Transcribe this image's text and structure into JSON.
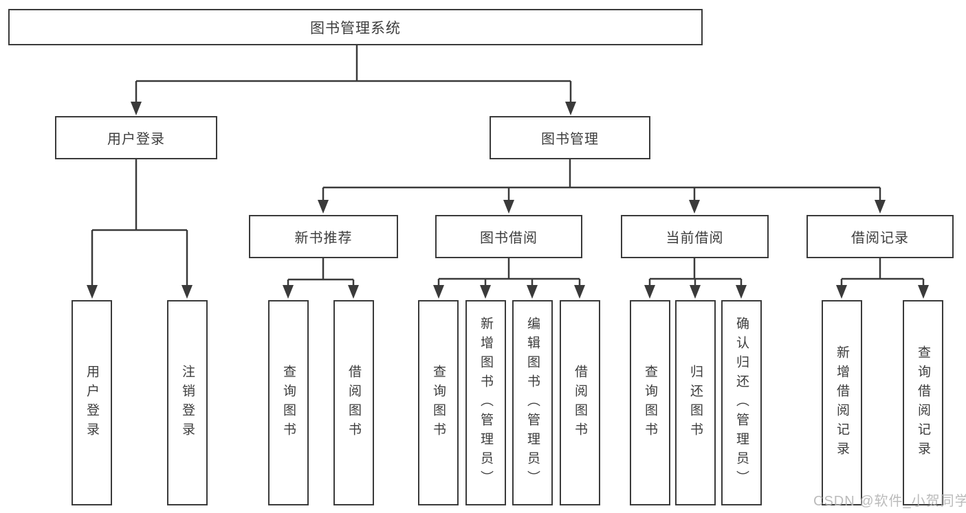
{
  "diagram": {
    "root": "图书管理系统",
    "branches": [
      {
        "label": "用户登录",
        "leaves": [
          "用户登录",
          "注销登录"
        ]
      },
      {
        "label": "图书管理",
        "groups": [
          {
            "label": "新书推荐",
            "leaves": [
              "查询图书",
              "借阅图书"
            ]
          },
          {
            "label": "图书借阅",
            "leaves": [
              "查询图书",
              "新增图书（管理员）",
              "编辑图书（管理员）",
              "借阅图书"
            ]
          },
          {
            "label": "当前借阅",
            "leaves": [
              "查询图书",
              "归还图书",
              "确认归还（管理员）"
            ]
          },
          {
            "label": "借阅记录",
            "leaves": [
              "新增借阅记录",
              "查询借阅记录"
            ]
          }
        ]
      }
    ],
    "colors": {
      "line": "#3a3a3a",
      "text": "#3d3d3d",
      "box_background": "#ffffff",
      "watermark": "#b4b4b4"
    }
  },
  "watermark": {
    "text": "CSDN @软件_小贺同学"
  }
}
